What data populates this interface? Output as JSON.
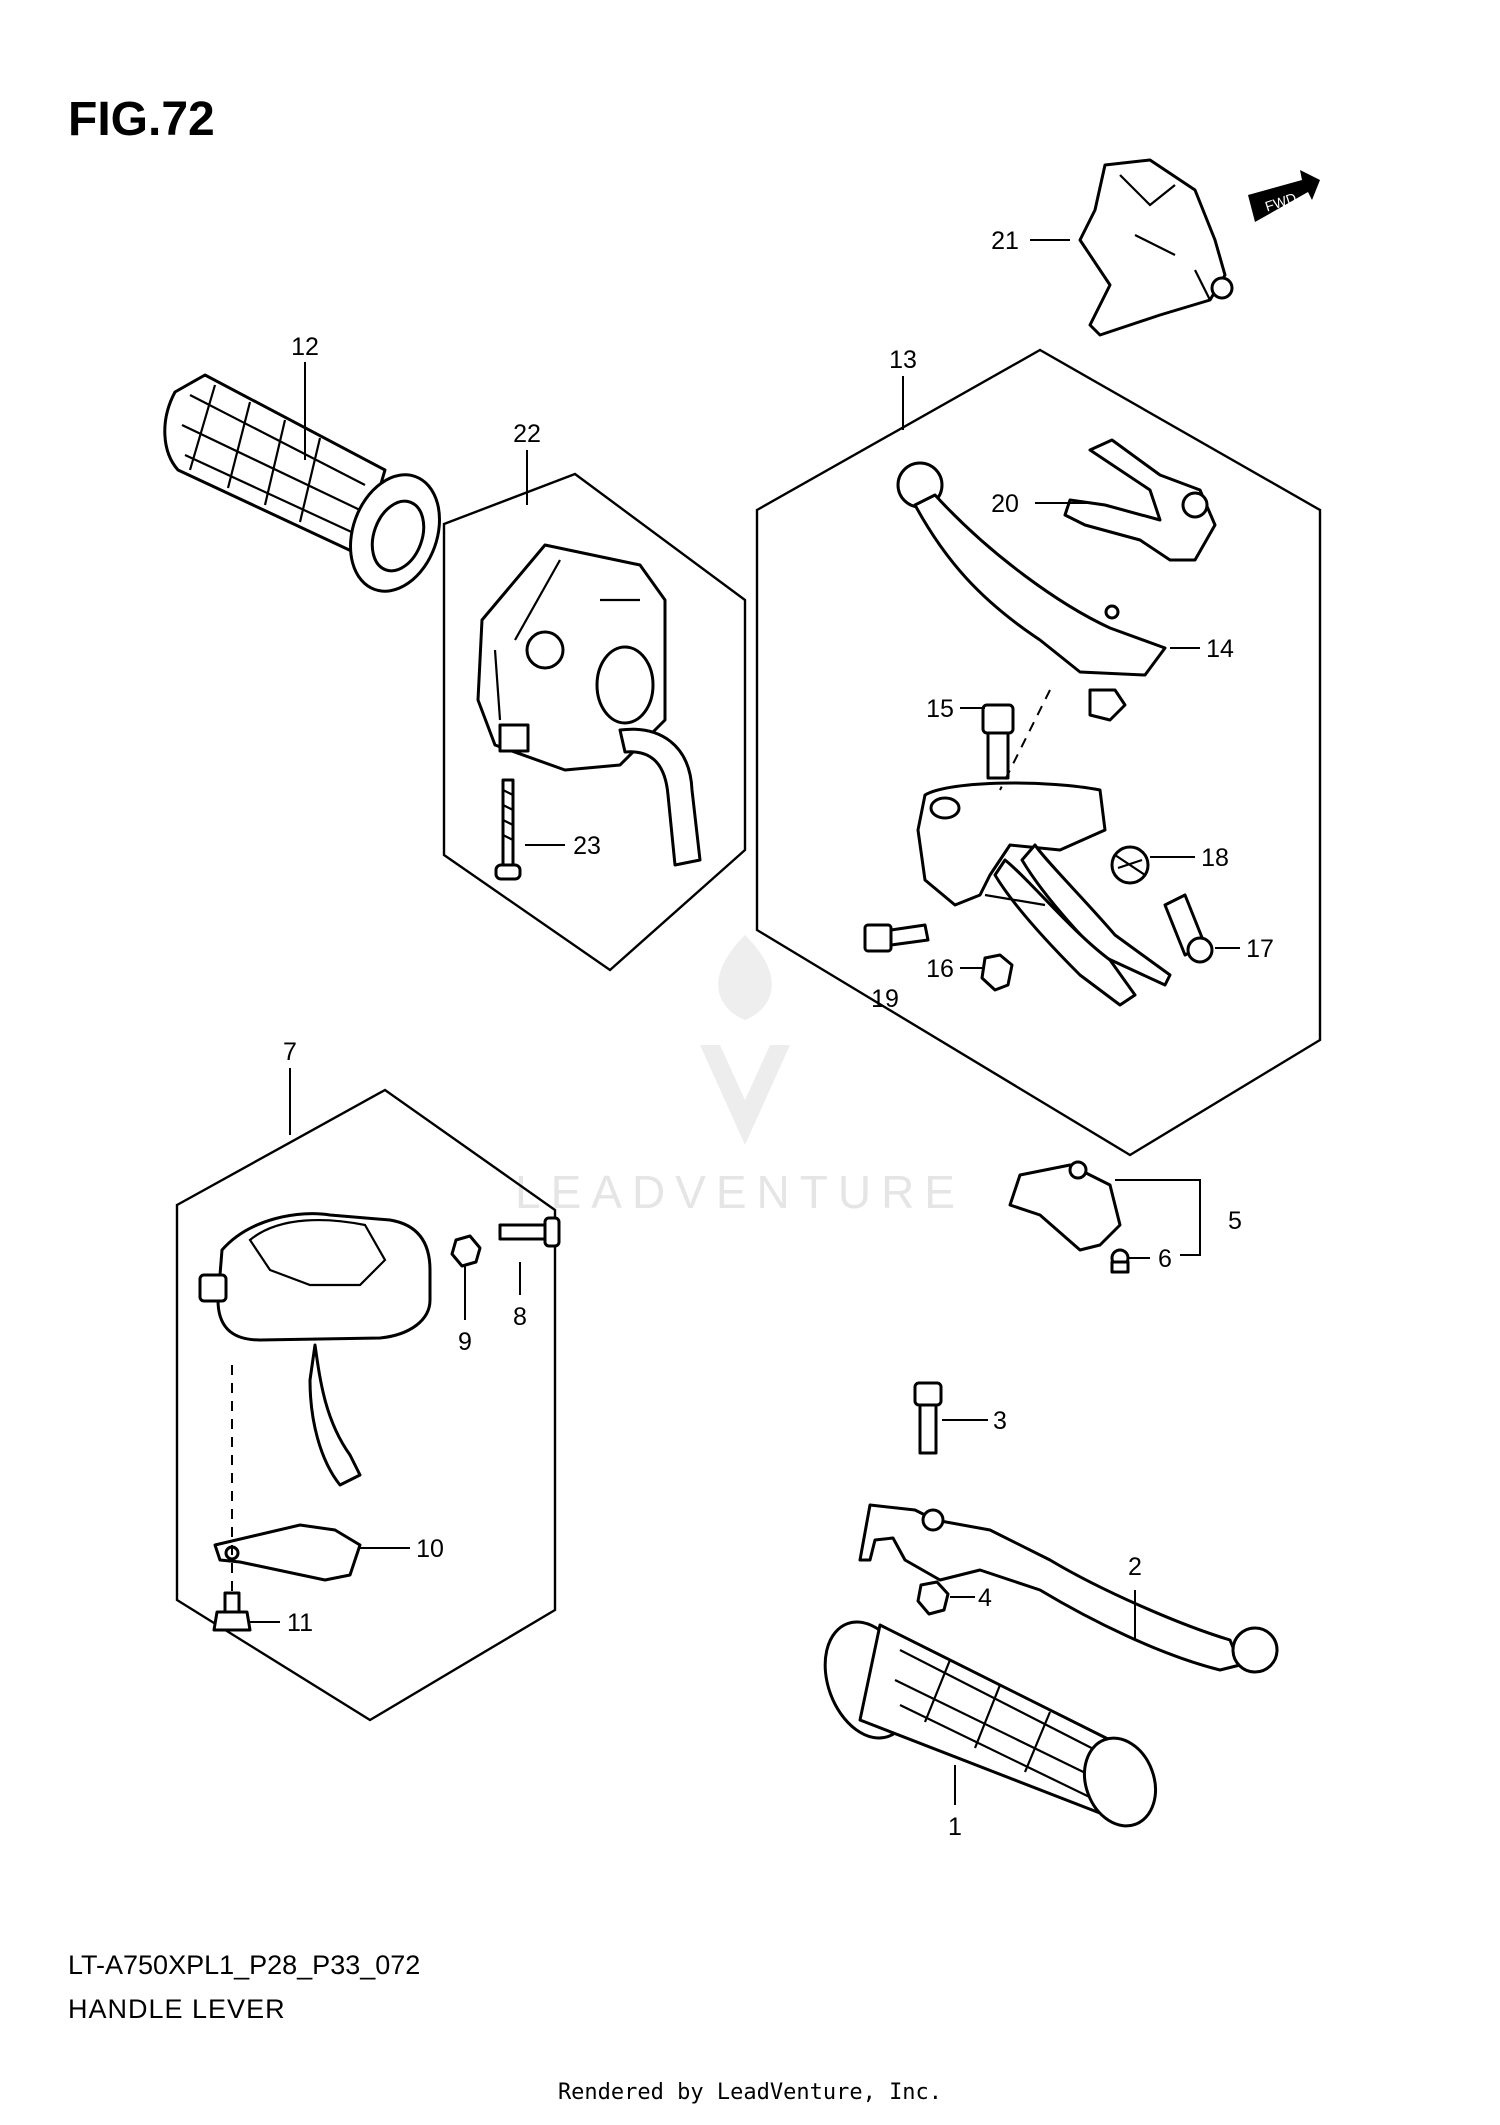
{
  "figure": {
    "title": "FIG.72",
    "model_code": "LT-A750XPL1_P28_P33_072",
    "section_title": "HANDLE LEVER",
    "footer": "Rendered by LeadVenture, Inc."
  },
  "watermark": {
    "text": "LEADVENTURE"
  },
  "direction_arrow": {
    "label": "FWD"
  },
  "callouts": [
    "1",
    "2",
    "3",
    "4",
    "5",
    "6",
    "7",
    "8",
    "9",
    "10",
    "11",
    "12",
    "13",
    "14",
    "15",
    "16",
    "17",
    "18",
    "19",
    "20",
    "21",
    "22",
    "23"
  ]
}
